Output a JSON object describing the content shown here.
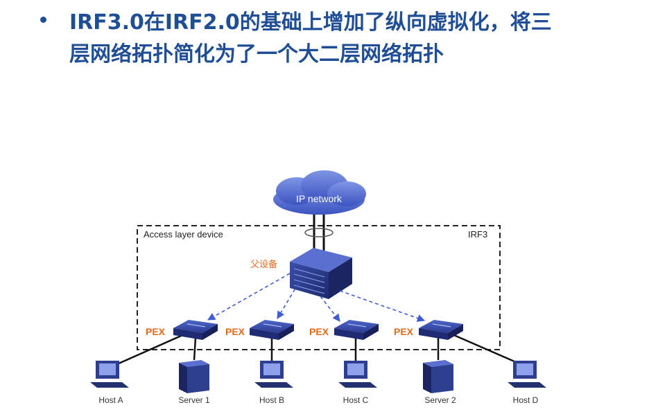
{
  "slide": {
    "bullet_line1": "IRF3.0在IRF2.0的基础上增加了纵向虚拟化，将三",
    "bullet_line2": "层网络拓扑简化为了一个大二层网络拓扑"
  },
  "diagram": {
    "cloud_label": "IP network",
    "box_label_left": "Access layer device",
    "box_label_right": "IRF3",
    "parent_label": "父设备",
    "pex_label": "PEX",
    "endpoints": {
      "host_a": "Host A",
      "server_1": "Server 1",
      "host_b": "Host B",
      "host_c": "Host C",
      "server_2": "Server 2",
      "host_d": "Host D"
    }
  },
  "colors": {
    "title_blue": "#1f4e96",
    "device_blue": "#2e3f8f",
    "pex_orange": "#e06a1a",
    "link_dashed": "#3f5bd6"
  }
}
